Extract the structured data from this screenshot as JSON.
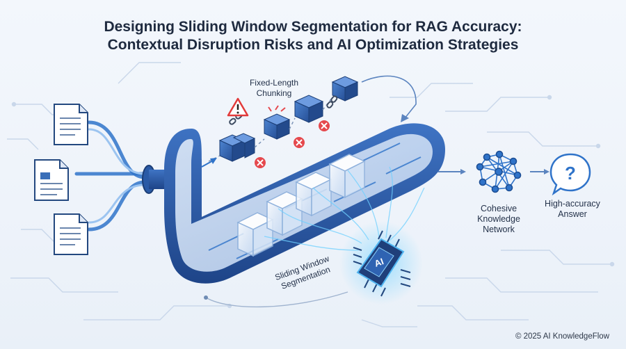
{
  "title": {
    "line1": "Designing Sliding Window Segmentation for RAG Accuracy:",
    "line2": "Contextual Disruption Risks and AI Optimization Strategies"
  },
  "labels": {
    "fixed_length_1": "Fixed-Length",
    "fixed_length_2": "Chunking",
    "sliding_1": "Sliding Window",
    "sliding_2": "Segmentation",
    "network_1": "Cohesive",
    "network_2": "Knowledge",
    "network_3": "Network",
    "answer_1": "High-accuracy",
    "answer_2": "Answer",
    "chip": "AI"
  },
  "footer": "© 2025 AI KnowledgeFlow",
  "icons": {
    "documents": "document-icon",
    "warning": "warning-icon",
    "broken_link": "broken-link-icon",
    "error": "error-x-icon",
    "network": "knowledge-network-icon",
    "question": "question-bubble-icon",
    "chip": "ai-chip-icon"
  },
  "colors": {
    "accent": "#2f73c9",
    "pipe": "#244f93",
    "cube": "#3a6fb8",
    "error": "#e5484d",
    "warning": "#e23b3b",
    "text": "#1e2a3f"
  }
}
